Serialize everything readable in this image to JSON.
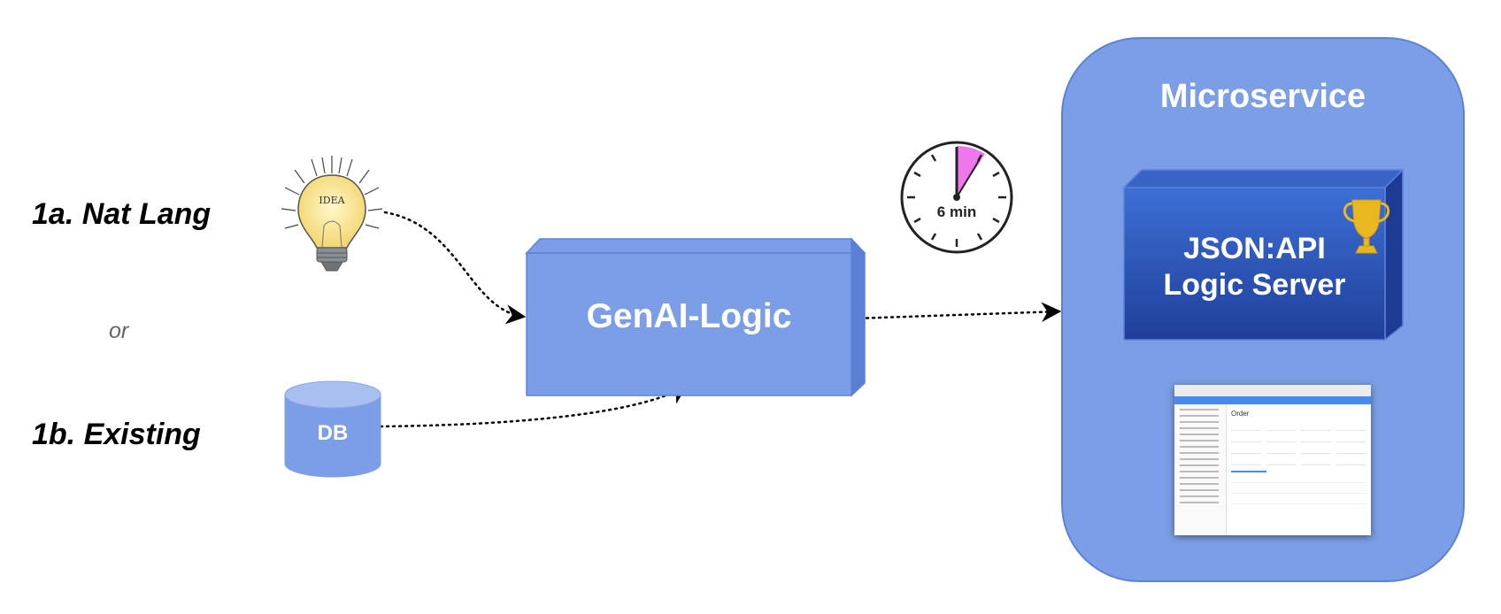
{
  "inputs": {
    "nat_lang": "1a. Nat Lang",
    "or": "or",
    "existing": "1b. Existing"
  },
  "db": {
    "label": "DB"
  },
  "idea": {
    "label": "IDEA"
  },
  "genai": {
    "label": "GenAI-Logic"
  },
  "timer": {
    "label": "6 min"
  },
  "microservice": {
    "title": "Microservice",
    "server_line1": "JSON:API",
    "server_line2": "Logic Server",
    "screenshot": {
      "title": "Order"
    }
  },
  "colors": {
    "box_blue": "#7b9ee6",
    "box_border": "#5b82d8",
    "server_dark": "#2a4fb8",
    "trophy": "#e9b820",
    "timer_wedge": "#ee77ee"
  }
}
